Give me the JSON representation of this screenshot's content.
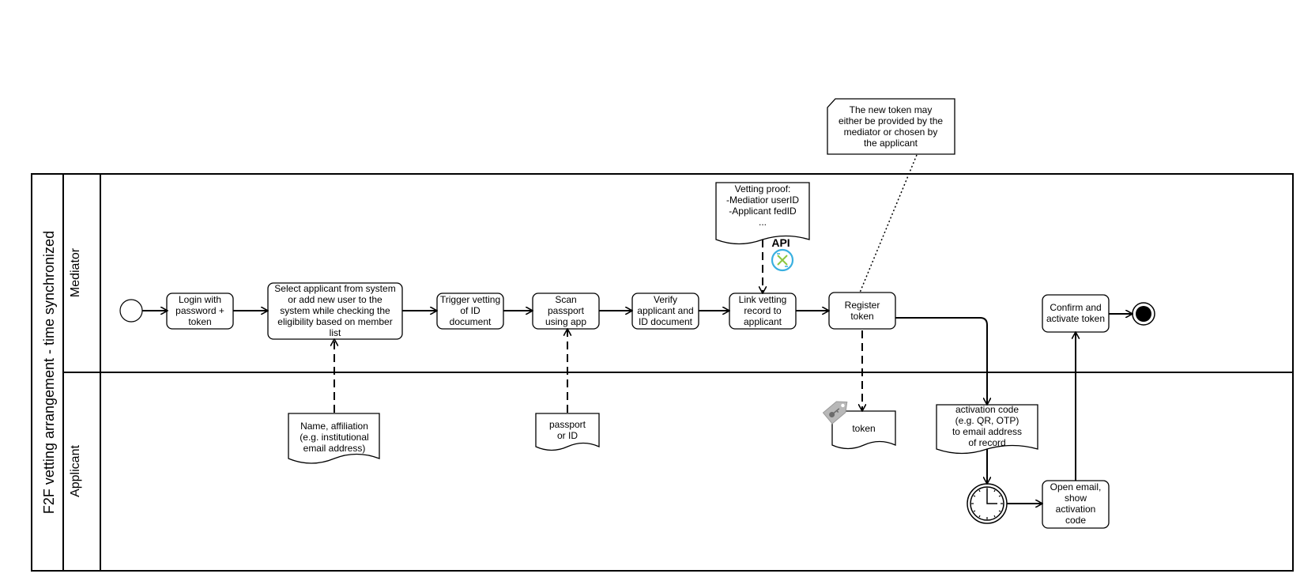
{
  "pool": {
    "title": "F2F vetting arrangement  - time synchronized",
    "lanes": [
      "Mediator",
      "Applicant"
    ]
  },
  "tasks": {
    "login": [
      "Login with",
      "password +",
      "token"
    ],
    "select_applicant": [
      "Select applicant from system",
      "or add new user to the",
      "system while checking the",
      "eligibility based on member",
      "list"
    ],
    "trigger_vetting": [
      "Trigger vetting",
      "of  ID",
      "document"
    ],
    "scan_passport": [
      "Scan",
      "passport",
      "using app"
    ],
    "verify": [
      "Verify",
      "applicant and",
      "ID document"
    ],
    "link_vetting": [
      "Link vetting",
      "record to",
      "applicant"
    ],
    "register_token": [
      "Register",
      "token"
    ],
    "confirm_activate": [
      "Confirm and",
      "activate token"
    ],
    "open_email": [
      "Open email,",
      "show",
      "activation",
      "code"
    ]
  },
  "documents": {
    "name_affiliation": [
      "Name, affiliation",
      "(e.g. institutional",
      "email address)"
    ],
    "passport": [
      "passport",
      "or ID"
    ],
    "vetting_proof": [
      "Vetting proof:",
      "-Mediatior userID",
      "-Applicant fedID",
      "..."
    ],
    "token": [
      "token"
    ],
    "activation_code": [
      "activation code",
      "(e.g. QR, OTP)",
      "to email address",
      "of record"
    ]
  },
  "annotation": [
    "The new token may",
    "either be provided by the",
    "mediator or chosen by",
    "the applicant"
  ],
  "api_label": "API",
  "icons": {
    "api": "api-connector-icon",
    "token": "key-tag-icon",
    "timer": "clock-icon",
    "start": "start-event-icon",
    "end": "end-event-icon"
  },
  "colors": {
    "api_ring": "#3ab0e0",
    "api_arrows": "#8cc63f",
    "tag": "#b8b8b8"
  }
}
